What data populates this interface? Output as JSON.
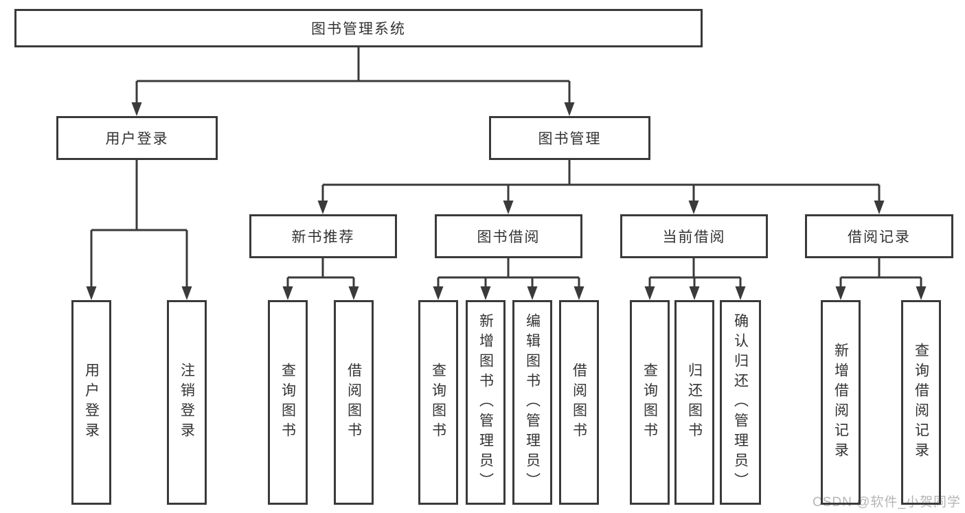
{
  "nodes": {
    "root": "图书管理系统",
    "user_login": "用户登录",
    "book_mgmt": "图书管理",
    "new_book_rec": "新书推荐",
    "book_borrow": "图书借阅",
    "current_borrow": "当前借阅",
    "borrow_records": "借阅记录",
    "ul_login": "用户登录",
    "ul_logout": "注销登录",
    "nb_query": "查询图书",
    "nb_borrow": "借阅图书",
    "bb_query": "查询图书",
    "bb_add": "新增图书（管理员）",
    "bb_edit": "编辑图书（管理员）",
    "bb_borrow": "借阅图书",
    "cb_query": "查询图书",
    "cb_return": "归还图书",
    "cb_confirm": "确认归还（管理员）",
    "br_add": "新增借阅记录",
    "br_query": "查询借阅记录"
  },
  "watermark": "CSDN @软件_小贺同学",
  "colors": {
    "line": "#3a3a3a",
    "text": "#333333",
    "watermark": "#b5b5b5",
    "background": "#ffffff"
  }
}
